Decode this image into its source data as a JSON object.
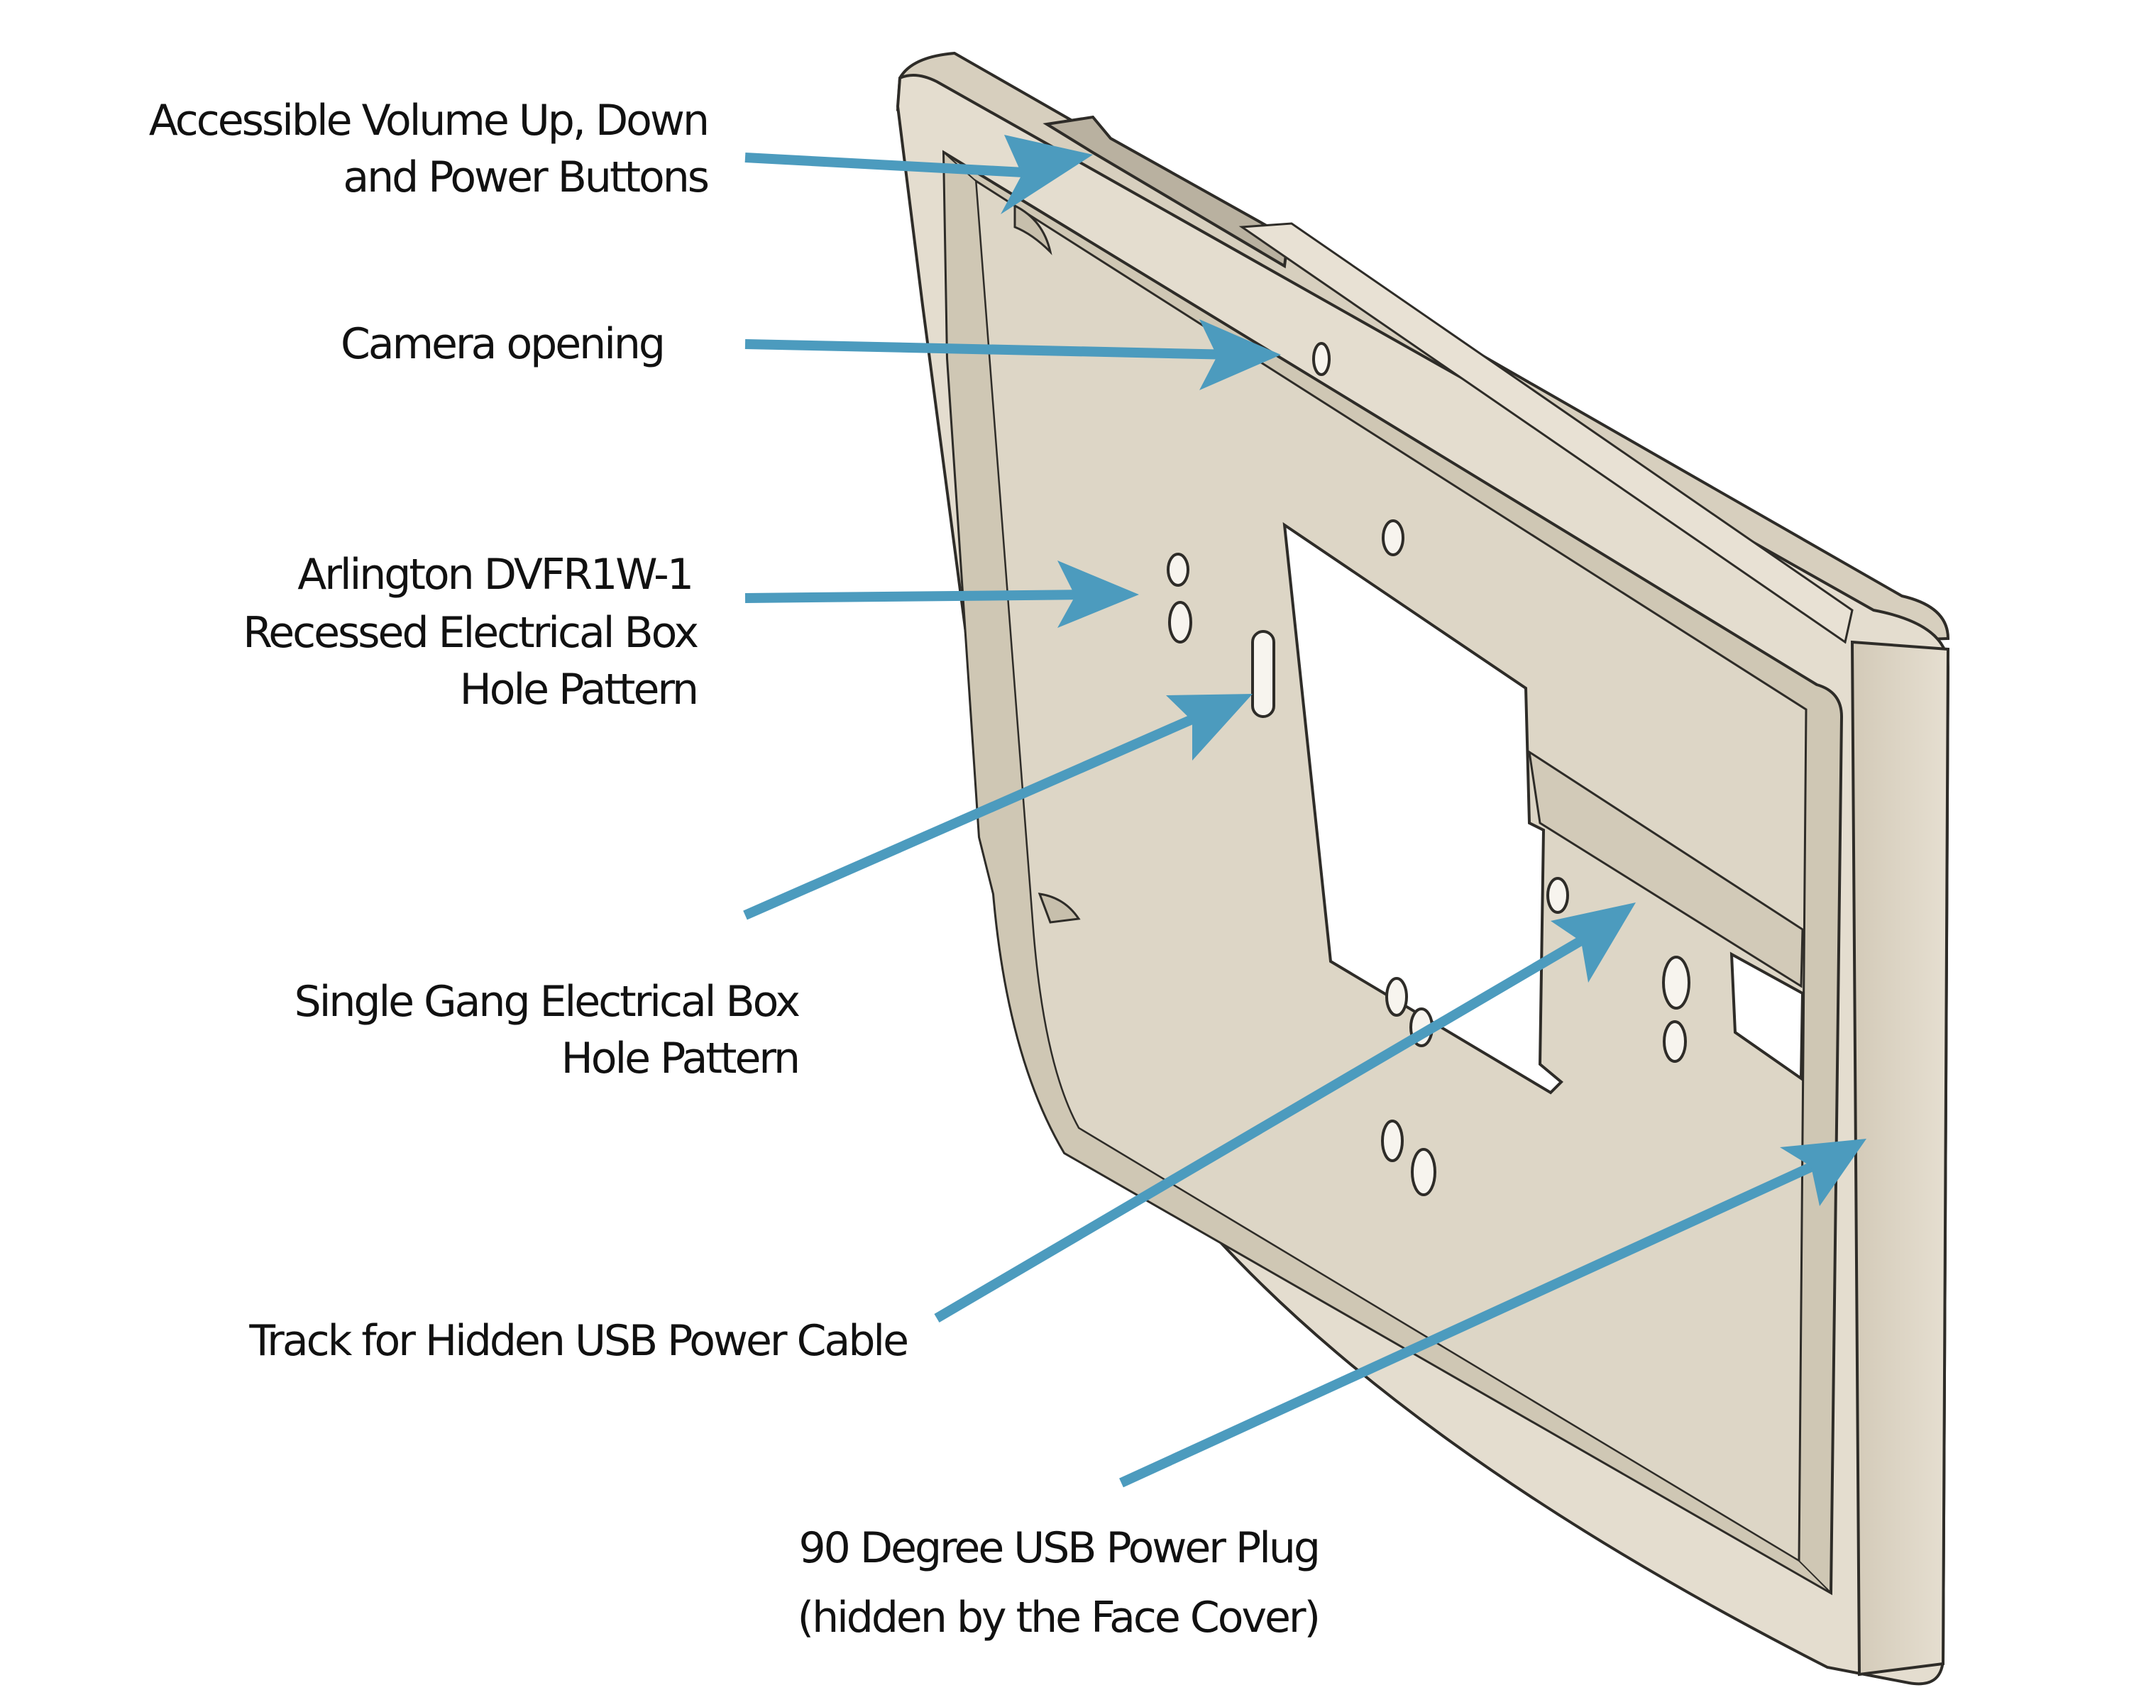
{
  "colors": {
    "background": "#ffffff",
    "arrow": "#4c9bbe",
    "outline": "#2e2c28",
    "frame_face": "#e4ddcf",
    "frame_side": "#d7cfbe",
    "plate": "#ddd6c6",
    "inner_wall": "#cfc7b4",
    "hole": "#f7f4ee"
  },
  "callouts": [
    {
      "id": "volume-power-buttons",
      "lines": [
        "Accessible Volume Up, Down",
        "and Power Buttons"
      ]
    },
    {
      "id": "camera-opening",
      "lines": [
        "Camera opening"
      ]
    },
    {
      "id": "arlington-hole-pattern",
      "lines": [
        "Arlington DVFR1W-1",
        "Recessed Electrical Box",
        "Hole Pattern"
      ]
    },
    {
      "id": "single-gang-hole-pattern",
      "lines": [
        "Single Gang Electrical Box",
        "Hole Pattern"
      ]
    },
    {
      "id": "usb-cable-track",
      "lines": [
        "Track for  Hidden USB Power Cable"
      ]
    },
    {
      "id": "usb-power-plug",
      "lines": [
        "90 Degree USB Power Plug",
        "(hidden by the Face Cover)"
      ]
    }
  ]
}
